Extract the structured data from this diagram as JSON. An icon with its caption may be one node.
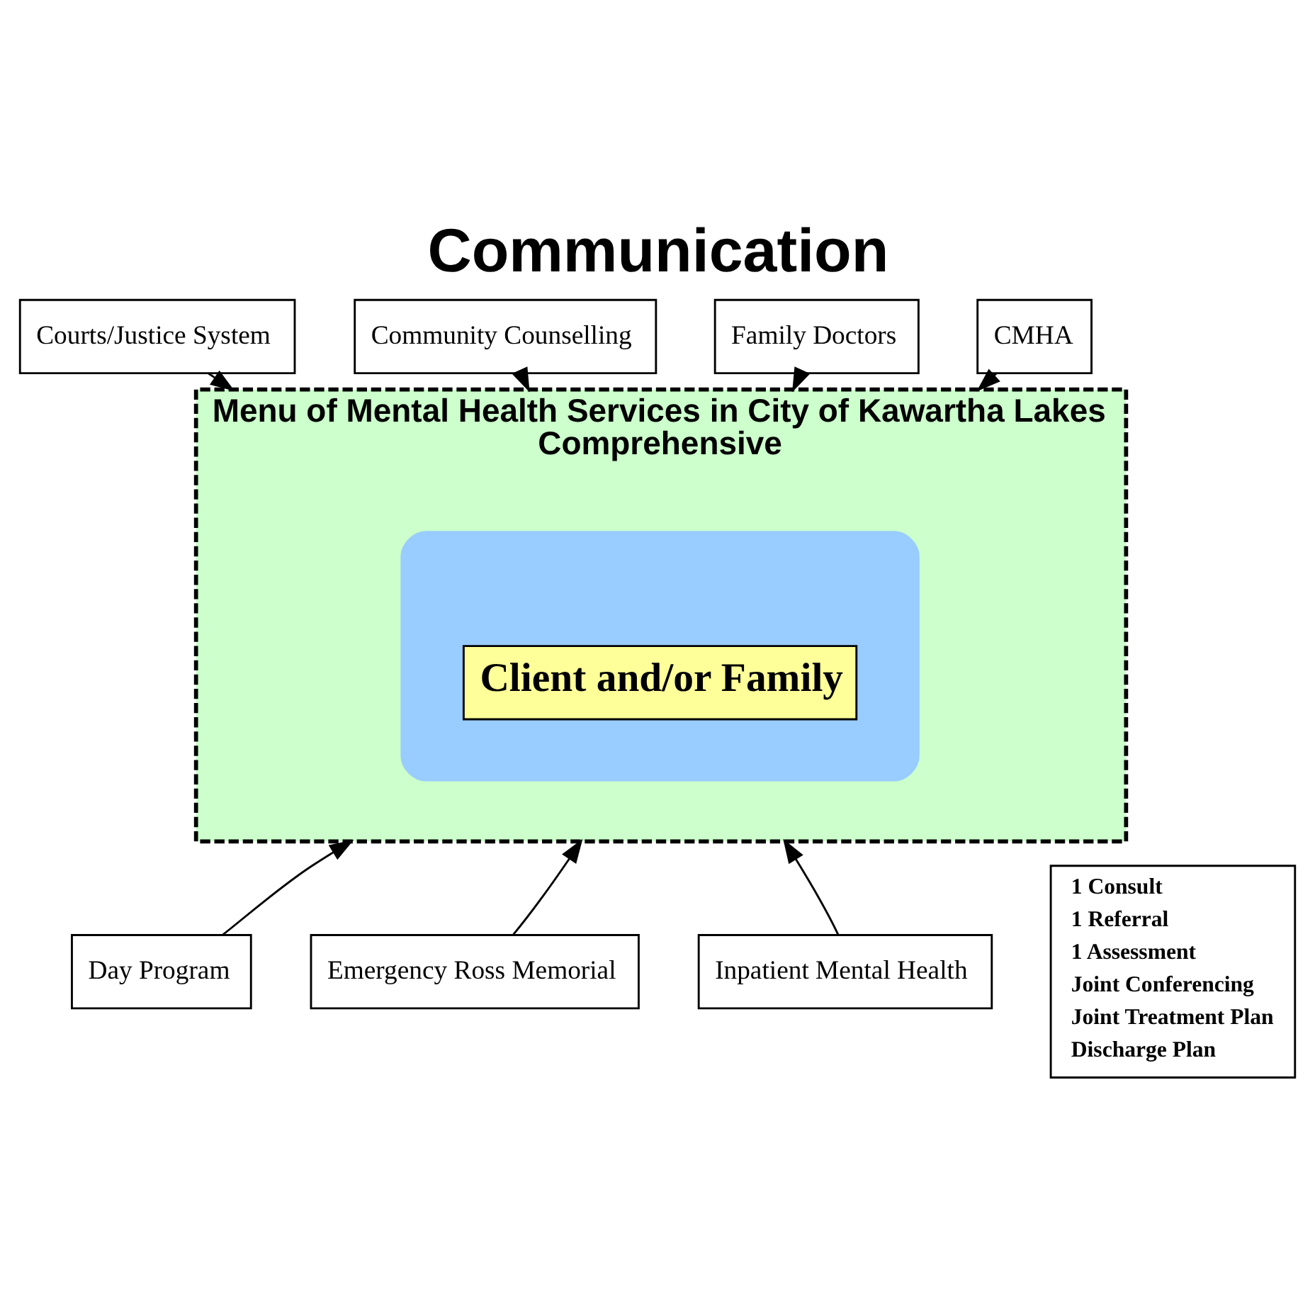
{
  "diagram": {
    "title": "Communication",
    "nodes": [
      {
        "text": [
          "Menu of Mental Health Services in City of Kawartha Lakes",
          "Comprehensive"
        ]
      },
      {
        "text": [],
        "shape": "ellipse",
        "in": 0
      },
      {
        "text": [
          "Client and/or Family"
        ],
        "in": 1
      },
      {
        "text": [
          "Courts/Justice System"
        ]
      },
      {
        "text": [
          "Community Counselling"
        ]
      },
      {
        "text": [
          "Family Doctors"
        ]
      },
      {
        "text": [
          "CMHA"
        ]
      },
      {
        "text": [
          "Day Program"
        ]
      },
      {
        "text": [
          "Emergency Ross Memorial"
        ]
      },
      {
        "text": [
          "Inpatient Mental Health"
        ]
      },
      {
        "text": [
          "1 Consult",
          "1 Referral",
          "1 Assessment",
          "Joint Conferencing",
          "Joint Treatment Plan",
          "Discharge Plan"
        ]
      }
    ],
    "edges": [
      {
        "from": 3,
        "to": 0,
        "arrow": "to"
      },
      {
        "from": 4,
        "to": 0,
        "arrow": "to"
      },
      {
        "from": 5,
        "to": 0,
        "arrow": "to"
      },
      {
        "from": 6,
        "to": 0,
        "arrow": "to"
      },
      {
        "from": 7,
        "to": 0,
        "arrow": "to"
      },
      {
        "from": 8,
        "to": 0,
        "arrow": "to"
      },
      {
        "from": 9,
        "to": 0,
        "arrow": "to"
      }
    ]
  }
}
